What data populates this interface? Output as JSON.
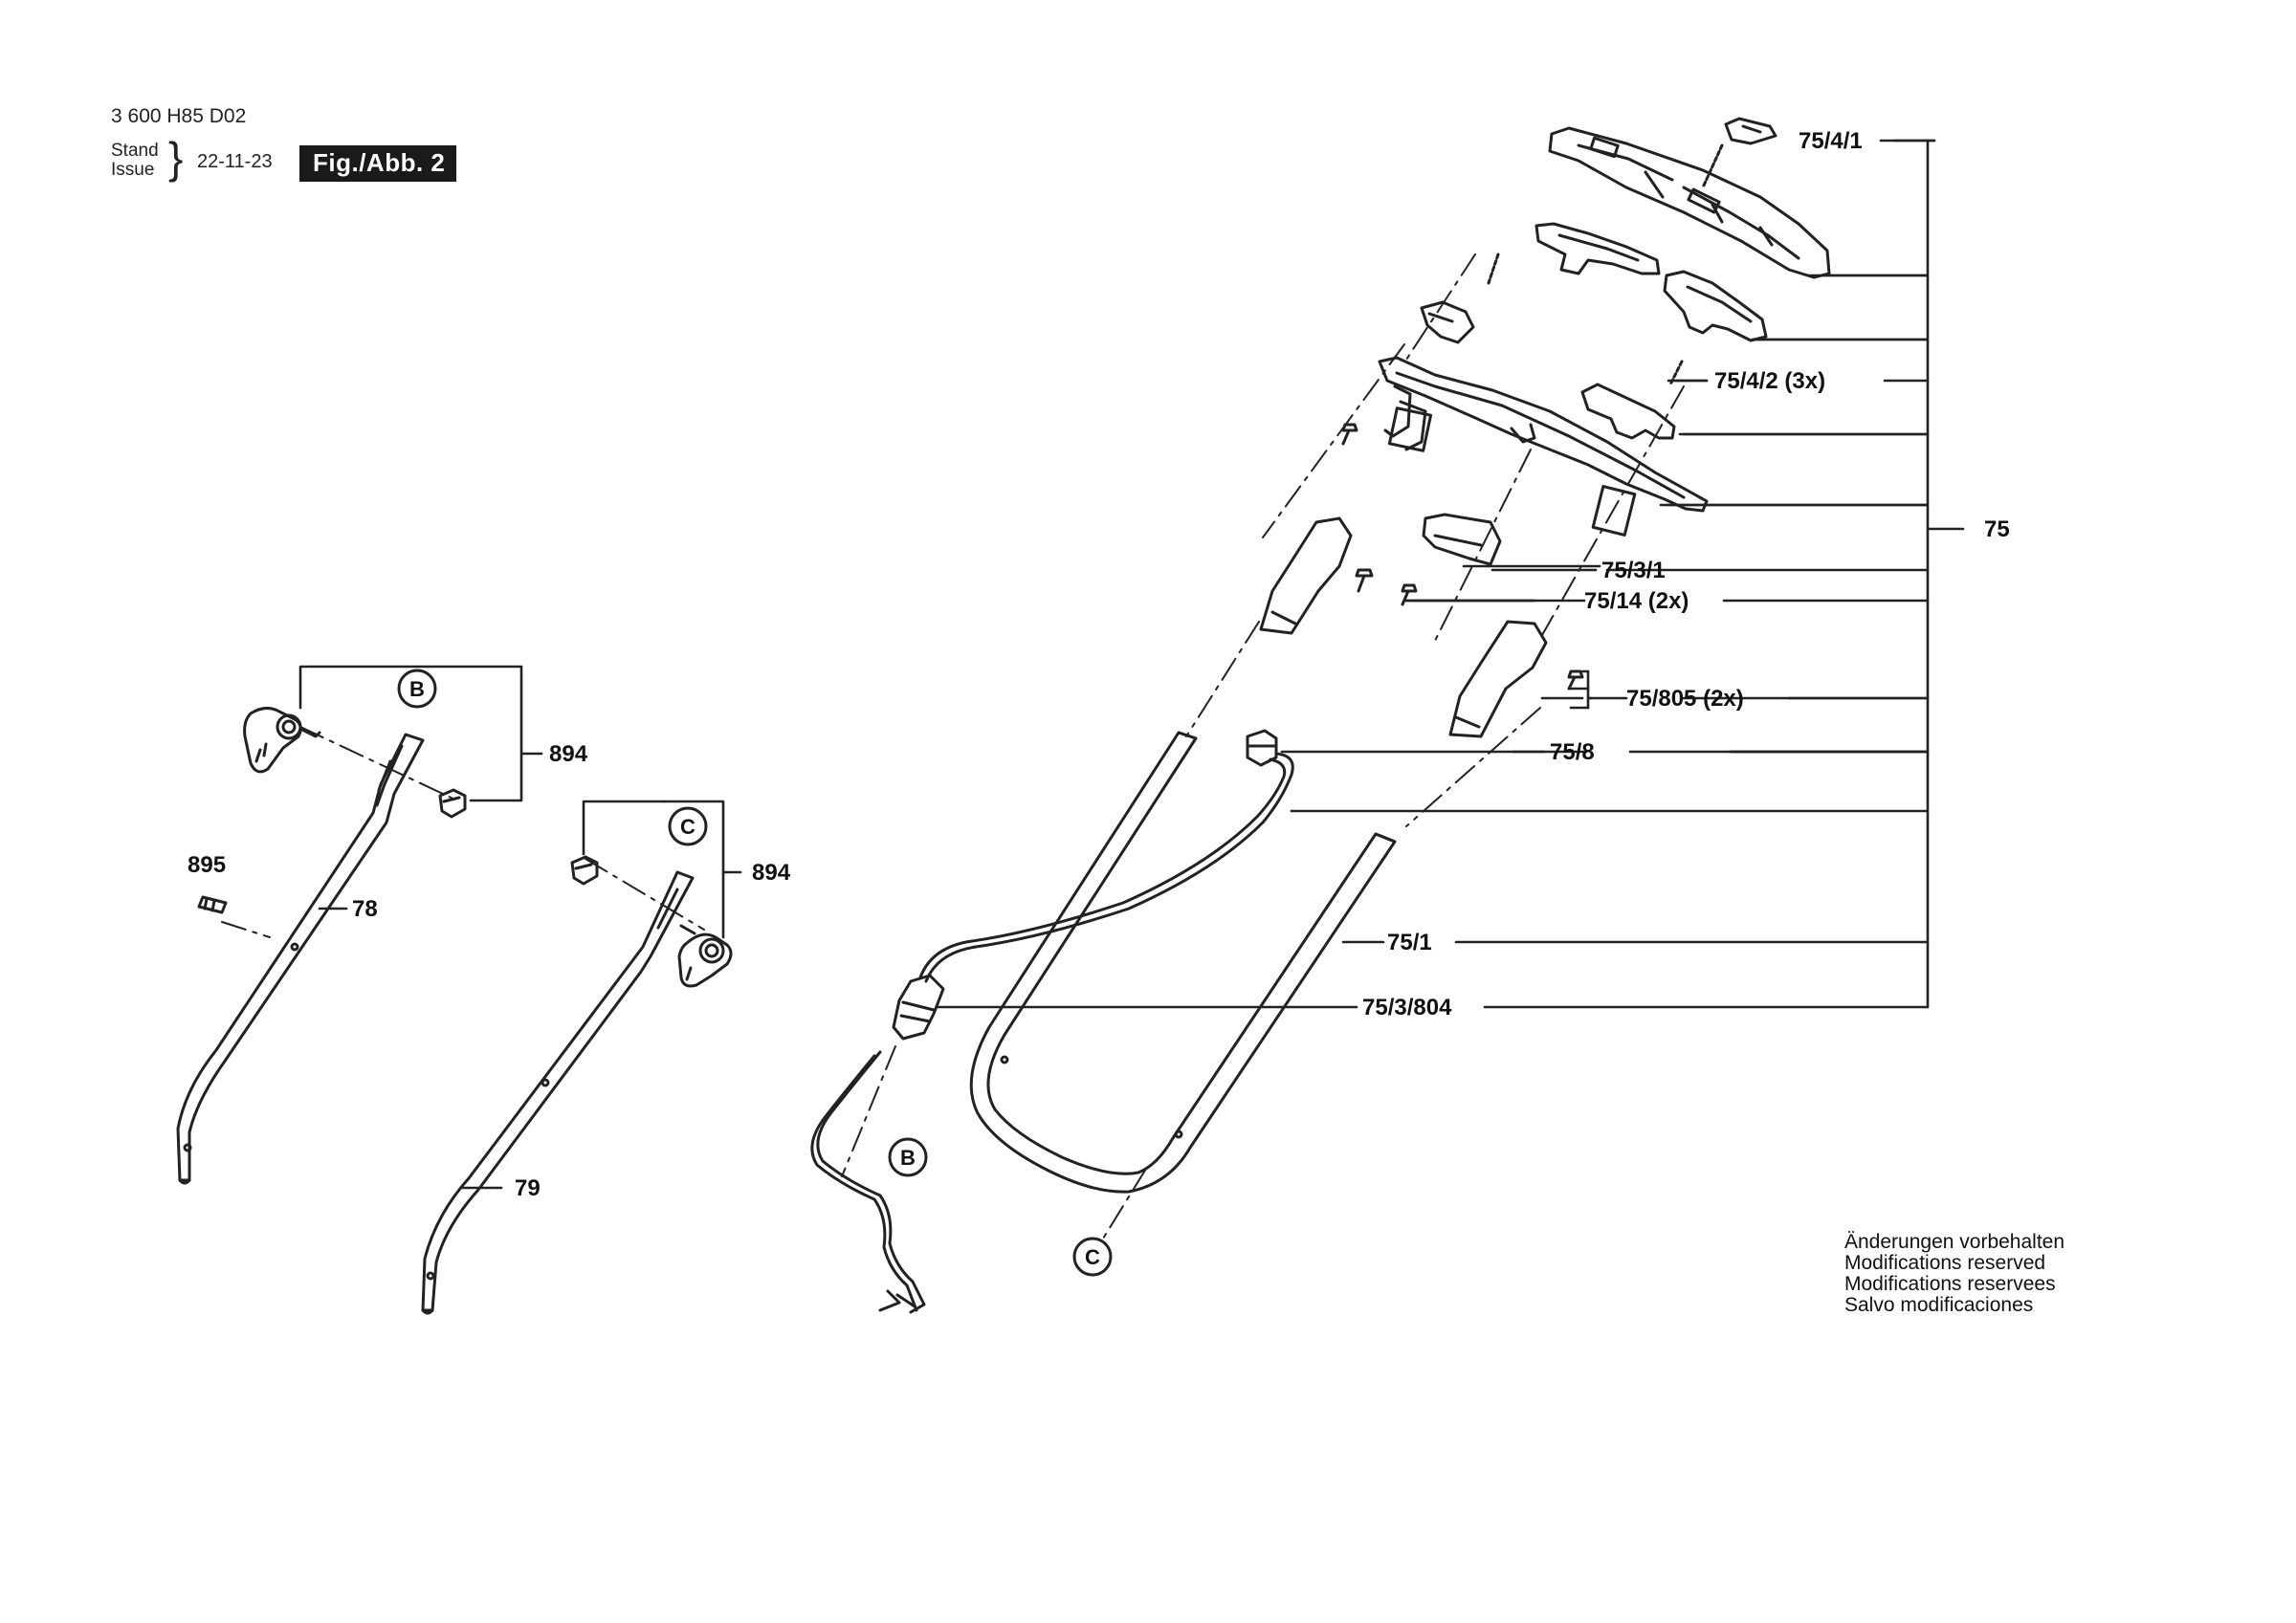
{
  "header": {
    "doc_number": "3 600 H85 D02",
    "stand_label": "Stand",
    "issue_label": "Issue",
    "issue_date": "22-11-23",
    "figure_badge": "Fig./Abb. 2"
  },
  "labels": {
    "p_75_4_1": "75/4/1",
    "p_75_4_2": "75/4/2 (3x)",
    "p_75": "75",
    "p_75_3_1": "75/3/1",
    "p_75_14": "75/14 (2x)",
    "p_75_805": "75/805  (2x)",
    "p_75_8": "75/8",
    "p_75_1": "75/1",
    "p_75_3_804": "75/3/804",
    "p_894_upper": "894",
    "p_894_lower": "894",
    "p_895": "895",
    "p_78": "78",
    "p_79": "79"
  },
  "callouts": {
    "b_top": "B",
    "c_top": "C",
    "b_bottom": "B",
    "c_bottom": "C"
  },
  "notes": [
    "Änderungen vorbehalten",
    "Modifications reserved",
    "Modifications reservees",
    "Salvo modificaciones"
  ]
}
